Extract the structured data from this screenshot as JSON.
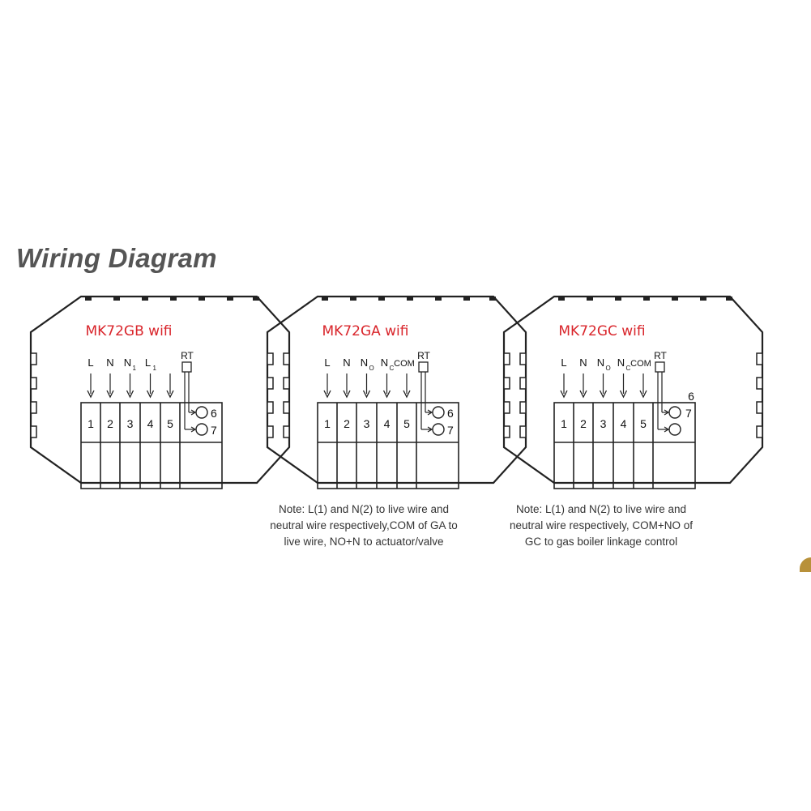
{
  "title": "Wiring Diagram",
  "diagrams": [
    {
      "model": "MK72GB wifi",
      "terminal_labels": [
        {
          "main": "L",
          "sub": ""
        },
        {
          "main": "N",
          "sub": ""
        },
        {
          "main": "N",
          "sub": "1"
        },
        {
          "main": "L",
          "sub": "1"
        },
        {
          "main": "",
          "sub": ""
        }
      ],
      "terminal_numbers": [
        "1",
        "2",
        "3",
        "4",
        "5"
      ],
      "rt_label": "RT",
      "pins": [
        "6",
        "7"
      ],
      "note": []
    },
    {
      "model": "MK72GA wifi",
      "terminal_labels": [
        {
          "main": "L",
          "sub": ""
        },
        {
          "main": "N",
          "sub": ""
        },
        {
          "main": "N",
          "sub": "O"
        },
        {
          "main": "N",
          "sub": "C"
        },
        {
          "main": "COM",
          "sub": ""
        }
      ],
      "terminal_numbers": [
        "1",
        "2",
        "3",
        "4",
        "5"
      ],
      "rt_label": "RT",
      "pins": [
        "6",
        "7"
      ],
      "note": [
        "Note: L(1) and N(2) to live wire and",
        "neutral wire respectively,COM of GA to",
        "live wire, NO+N to actuator/valve"
      ]
    },
    {
      "model": "MK72GC wifi",
      "terminal_labels": [
        {
          "main": "L",
          "sub": ""
        },
        {
          "main": "N",
          "sub": ""
        },
        {
          "main": "N",
          "sub": "O"
        },
        {
          "main": "N",
          "sub": "C"
        },
        {
          "main": "COM",
          "sub": ""
        }
      ],
      "terminal_numbers": [
        "1",
        "2",
        "3",
        "4",
        "5"
      ],
      "rt_label": "RT",
      "pins": [
        "6",
        "7"
      ],
      "note": [
        "Note: L(1) and N(2) to live wire and",
        "neutral wire respectively, COM+NO of",
        "GC to gas boiler linkage control"
      ]
    }
  ],
  "colors": {
    "model_text": "#d9252b",
    "title_text": "#555555",
    "corner_accent": "#b8913a"
  }
}
